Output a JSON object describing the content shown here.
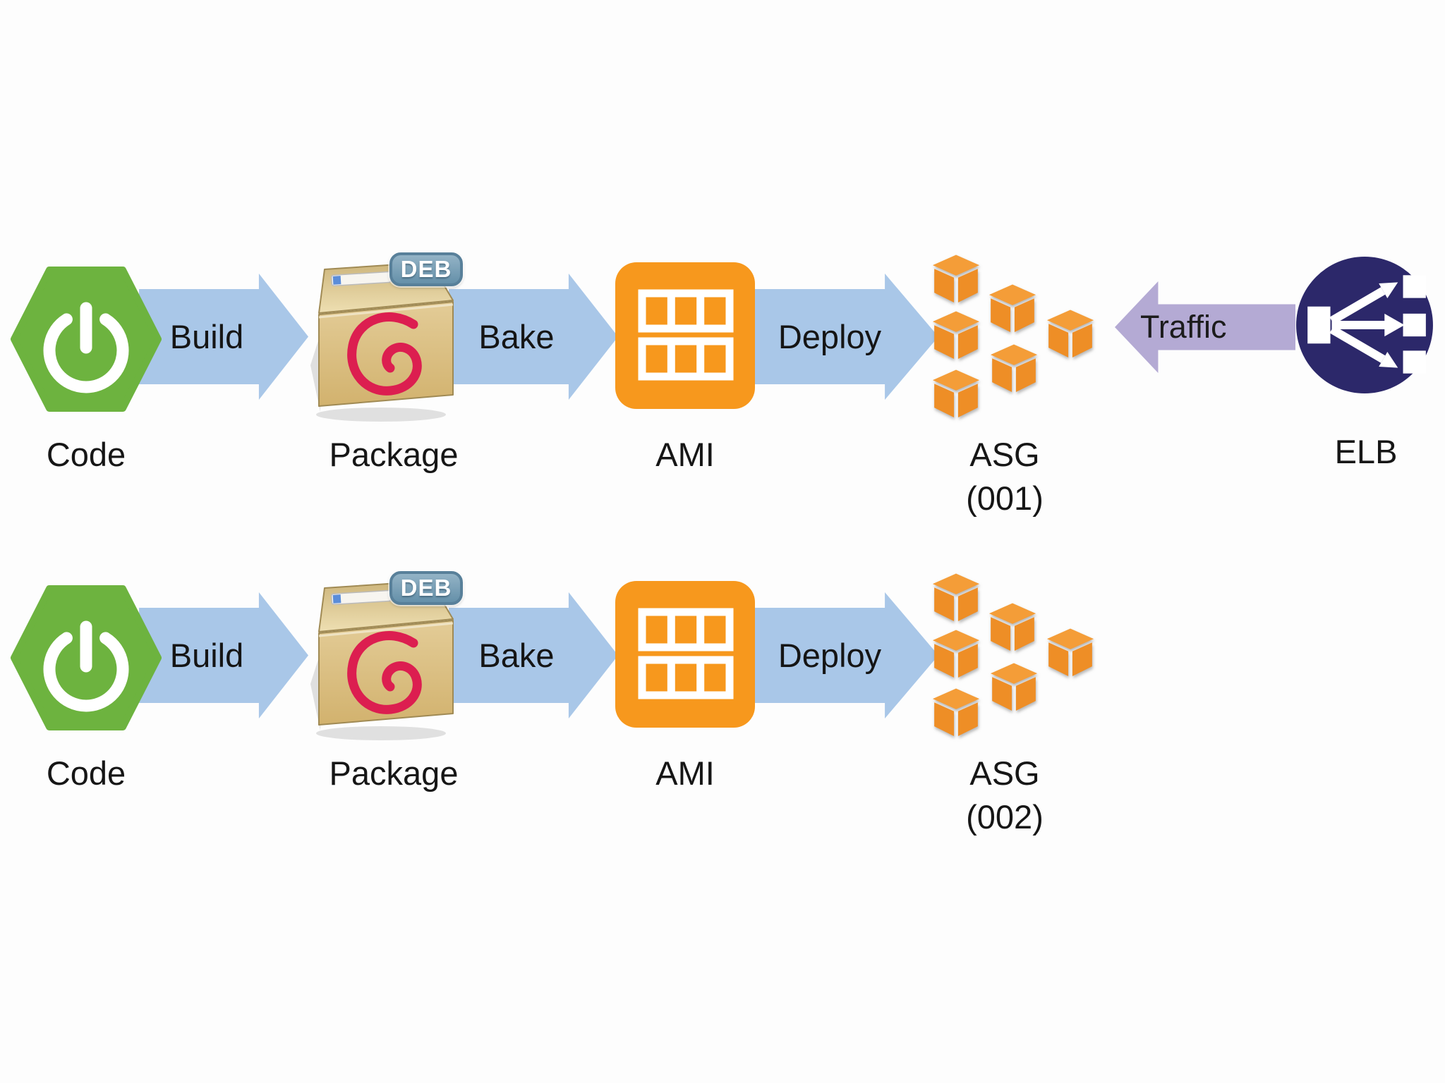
{
  "diagram": {
    "type": "deployment-pipeline",
    "background": "#ffffff",
    "colors": {
      "flow_arrow_blue": "#a9c7e8",
      "traffic_arrow_purple": "#b4aad4",
      "spring_green": "#6db33f",
      "ami_orange": "#f7981d",
      "cube_orange": "#ee8e26",
      "elb_navy": "#2c286a",
      "debian_red": "#dc1e50",
      "package_tan": "#dcc38c",
      "deb_badge_blue": "#6590a9",
      "label_text": "#161616"
    },
    "icon_names": [
      "spring-boot-icon",
      "debian-package-icon",
      "ami-icon",
      "instance-cube-icon",
      "elb-icon"
    ]
  },
  "rows": [
    {
      "code": "Code",
      "build": "Build",
      "deb": "DEB",
      "package": "Package",
      "bake": "Bake",
      "ami": "AMI",
      "deploy": "Deploy",
      "asg": "ASG",
      "asg_id": "(001)",
      "traffic": "Traffic",
      "elb": "ELB"
    },
    {
      "code": "Code",
      "build": "Build",
      "deb": "DEB",
      "package": "Package",
      "bake": "Bake",
      "ami": "AMI",
      "deploy": "Deploy",
      "asg": "ASG",
      "asg_id": "(002)"
    }
  ]
}
